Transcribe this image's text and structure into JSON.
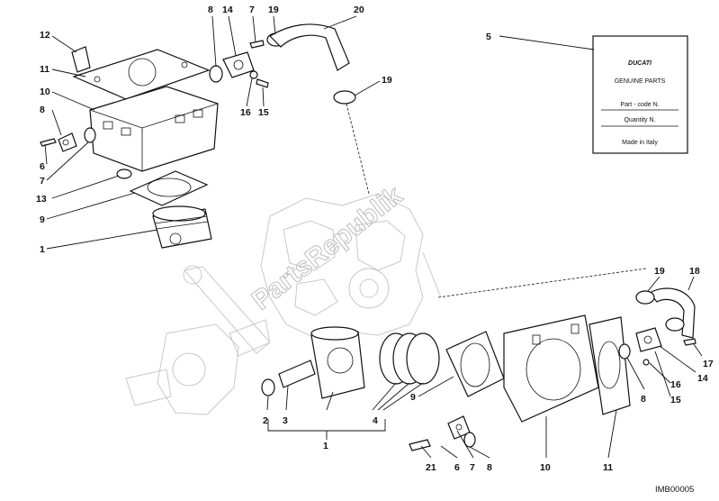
{
  "callouts": {
    "c12": "12",
    "c11a": "11",
    "c10a": "10",
    "c8a": "8",
    "c6a": "6",
    "c7a": "7",
    "c13": "13",
    "c9a": "9",
    "c1a": "1",
    "c8b": "8",
    "c14a": "14",
    "c7b": "7",
    "c19a": "19",
    "c20": "20",
    "c16a": "16",
    "c15a": "15",
    "c19b": "19",
    "c5": "5",
    "c19c": "19",
    "c18": "18",
    "c17": "17",
    "c14b": "14",
    "c16b": "16",
    "c15b": "15",
    "c8c": "8",
    "c2": "2",
    "c3": "3",
    "c4": "4",
    "c1b": "1",
    "c9b": "9",
    "c21": "21",
    "c6b": "6",
    "c7c": "7",
    "c8d": "8",
    "c10b": "10",
    "c11b": "11"
  },
  "label_card": {
    "brand": "DUCATI",
    "line1": "GENUINE PARTS",
    "line2": "Part - code N.",
    "line3": "Quantity N.",
    "line4": "Made in Italy"
  },
  "watermark": "PartsRepublik",
  "reference": "IMB00005"
}
